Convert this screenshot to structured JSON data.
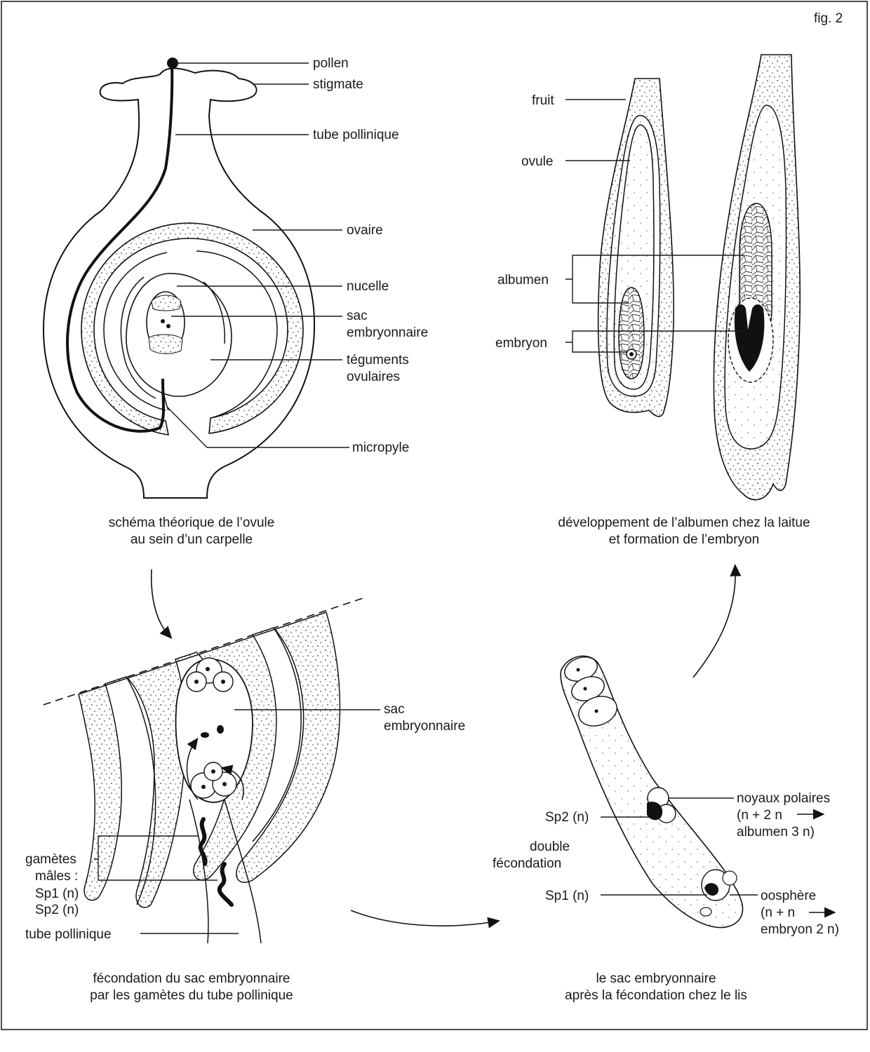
{
  "figure_id": "fig. 2",
  "panel_a": {
    "labels": {
      "pollen": "pollen",
      "stigmate": "stigmate",
      "tube": "tube pollinique",
      "ovaire": "ovaire",
      "nucelle": "nucelle",
      "sac1": "sac",
      "sac2": "embryonnaire",
      "teg1": "téguments",
      "teg2": "ovulaires",
      "micropyle": "micropyle"
    },
    "caption": [
      "schéma théorique de l’ovule",
      "au sein d’un carpelle"
    ]
  },
  "panel_b": {
    "labels": {
      "fruit": "fruit",
      "ovule": "ovule",
      "albumen": "albumen",
      "embryon": "embryon"
    },
    "caption": [
      "développement de l’albumen chez la laitue",
      "et formation de l’embryon"
    ]
  },
  "panel_c": {
    "labels": {
      "sac1": "sac",
      "sac2": "embryonnaire",
      "g1": "gamètes",
      "g2": "mâles :",
      "g3": "Sp1 (n)",
      "g4": "Sp2 (n)",
      "tube": "tube pollinique"
    },
    "caption": [
      "fécondation du sac embryonnaire",
      "par les gamètes du tube pollinique"
    ]
  },
  "panel_d": {
    "labels": {
      "np1": "noyaux polaires",
      "np2": "(n + 2 n",
      "np3": "albumen 3 n)",
      "sp2": "Sp2 (n)",
      "df1": "double",
      "df2": "fécondation",
      "sp1": "Sp1 (n)",
      "oo1": "oosphère",
      "oo2": "(n + n",
      "oo3": "embryon 2 n)"
    },
    "caption": [
      "le sac embryonnaire",
      "après la fécondation chez le lis"
    ]
  }
}
